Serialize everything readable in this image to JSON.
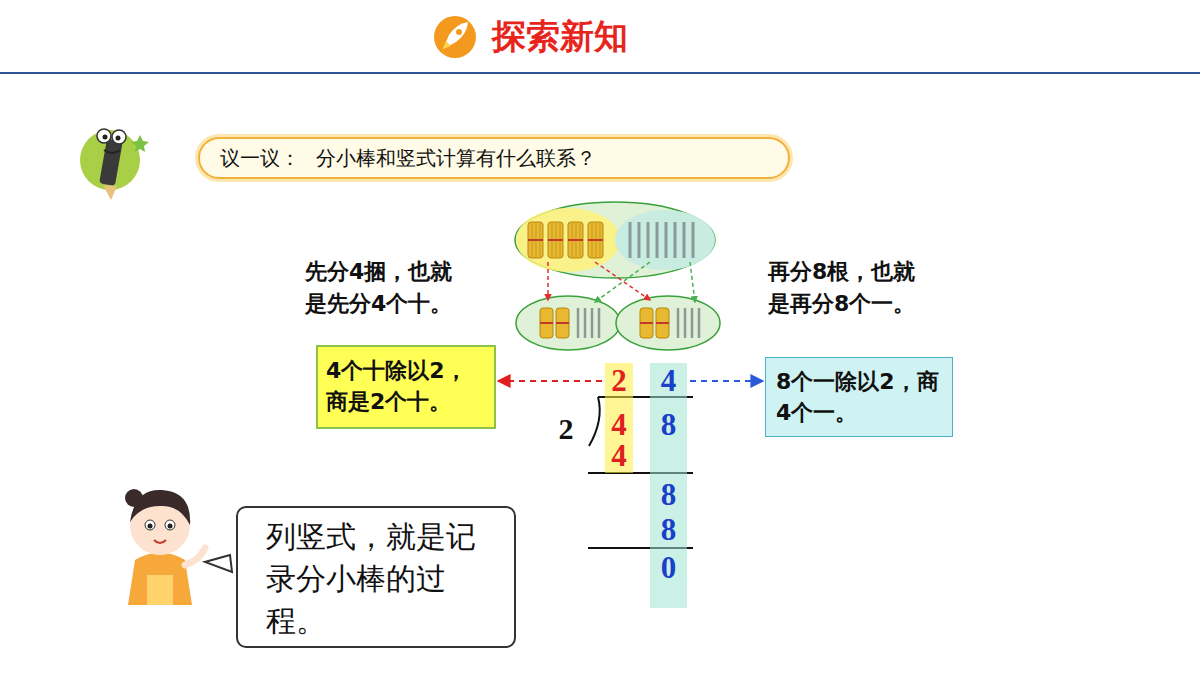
{
  "diagram": {
    "title": "探索新知",
    "nodes": [
      {
        "text": [
          "议一议：",
          "分小棒和竖式计算有什么联系？"
        ]
      },
      {
        "text": [
          "4个十除以2，商是2个十。"
        ]
      },
      {
        "text": [
          "2",
          "4",
          "4"
        ]
      },
      {
        "text": [
          "4",
          "8",
          "8",
          "8",
          "0"
        ]
      },
      {
        "text": [
          "8个一除以2，商4个一。"
        ]
      },
      {
        "text": [
          "列竖式，就是记录分小棒的过程。"
        ]
      }
    ],
    "edges": [
      {
        "from": 2,
        "to": 1,
        "arrow": "to"
      },
      {
        "from": 3,
        "to": 4,
        "arrow": "to"
      }
    ],
    "labels": [
      "先分4捆，也就是先分4个十。",
      "再分8根，也就是再分8个一。",
      "2"
    ]
  }
}
